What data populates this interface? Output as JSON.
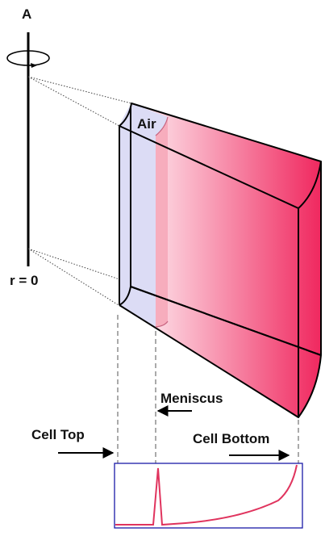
{
  "labels": {
    "axis": "A",
    "radius": "r = 0",
    "air": "Air",
    "meniscus": "Meniscus",
    "cell_top": "Cell Top",
    "cell_bottom": "Cell Bottom"
  },
  "colors": {
    "solution_start": "#ffffff",
    "solution_end": "#f0285f",
    "air": "#dcdcf5",
    "meniscus_band": "#f6a8b9",
    "outline": "#000000",
    "plot_frame": "#1a1aa8",
    "plot_curve": "#e0345e"
  }
}
